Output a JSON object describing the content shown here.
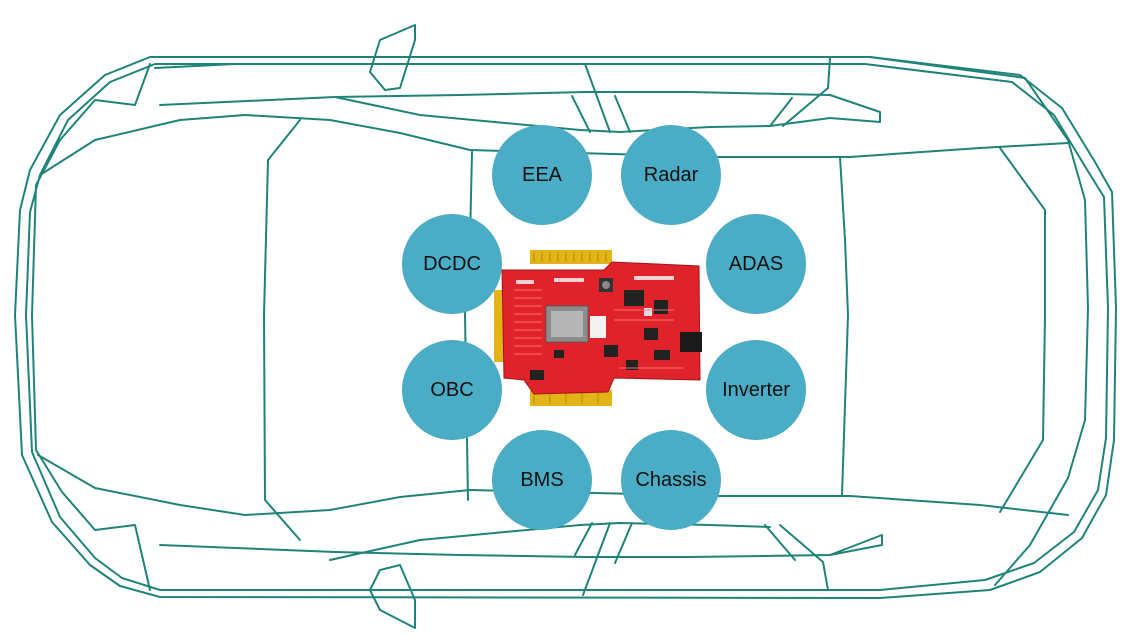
{
  "colors": {
    "outline": "#1e8479",
    "node_fill": "#4badc5",
    "board_red": "#e0222b",
    "board_gold": "#e3b417"
  },
  "diagram": {
    "center_image": "ecu-circuit-board",
    "nodes": [
      {
        "id": "eea",
        "label": "EEA"
      },
      {
        "id": "radar",
        "label": "Radar"
      },
      {
        "id": "dcdc",
        "label": "DCDC"
      },
      {
        "id": "adas",
        "label": "ADAS"
      },
      {
        "id": "obc",
        "label": "OBC"
      },
      {
        "id": "inverter",
        "label": "Inverter"
      },
      {
        "id": "bms",
        "label": "BMS"
      },
      {
        "id": "chassis",
        "label": "Chassis"
      }
    ]
  }
}
